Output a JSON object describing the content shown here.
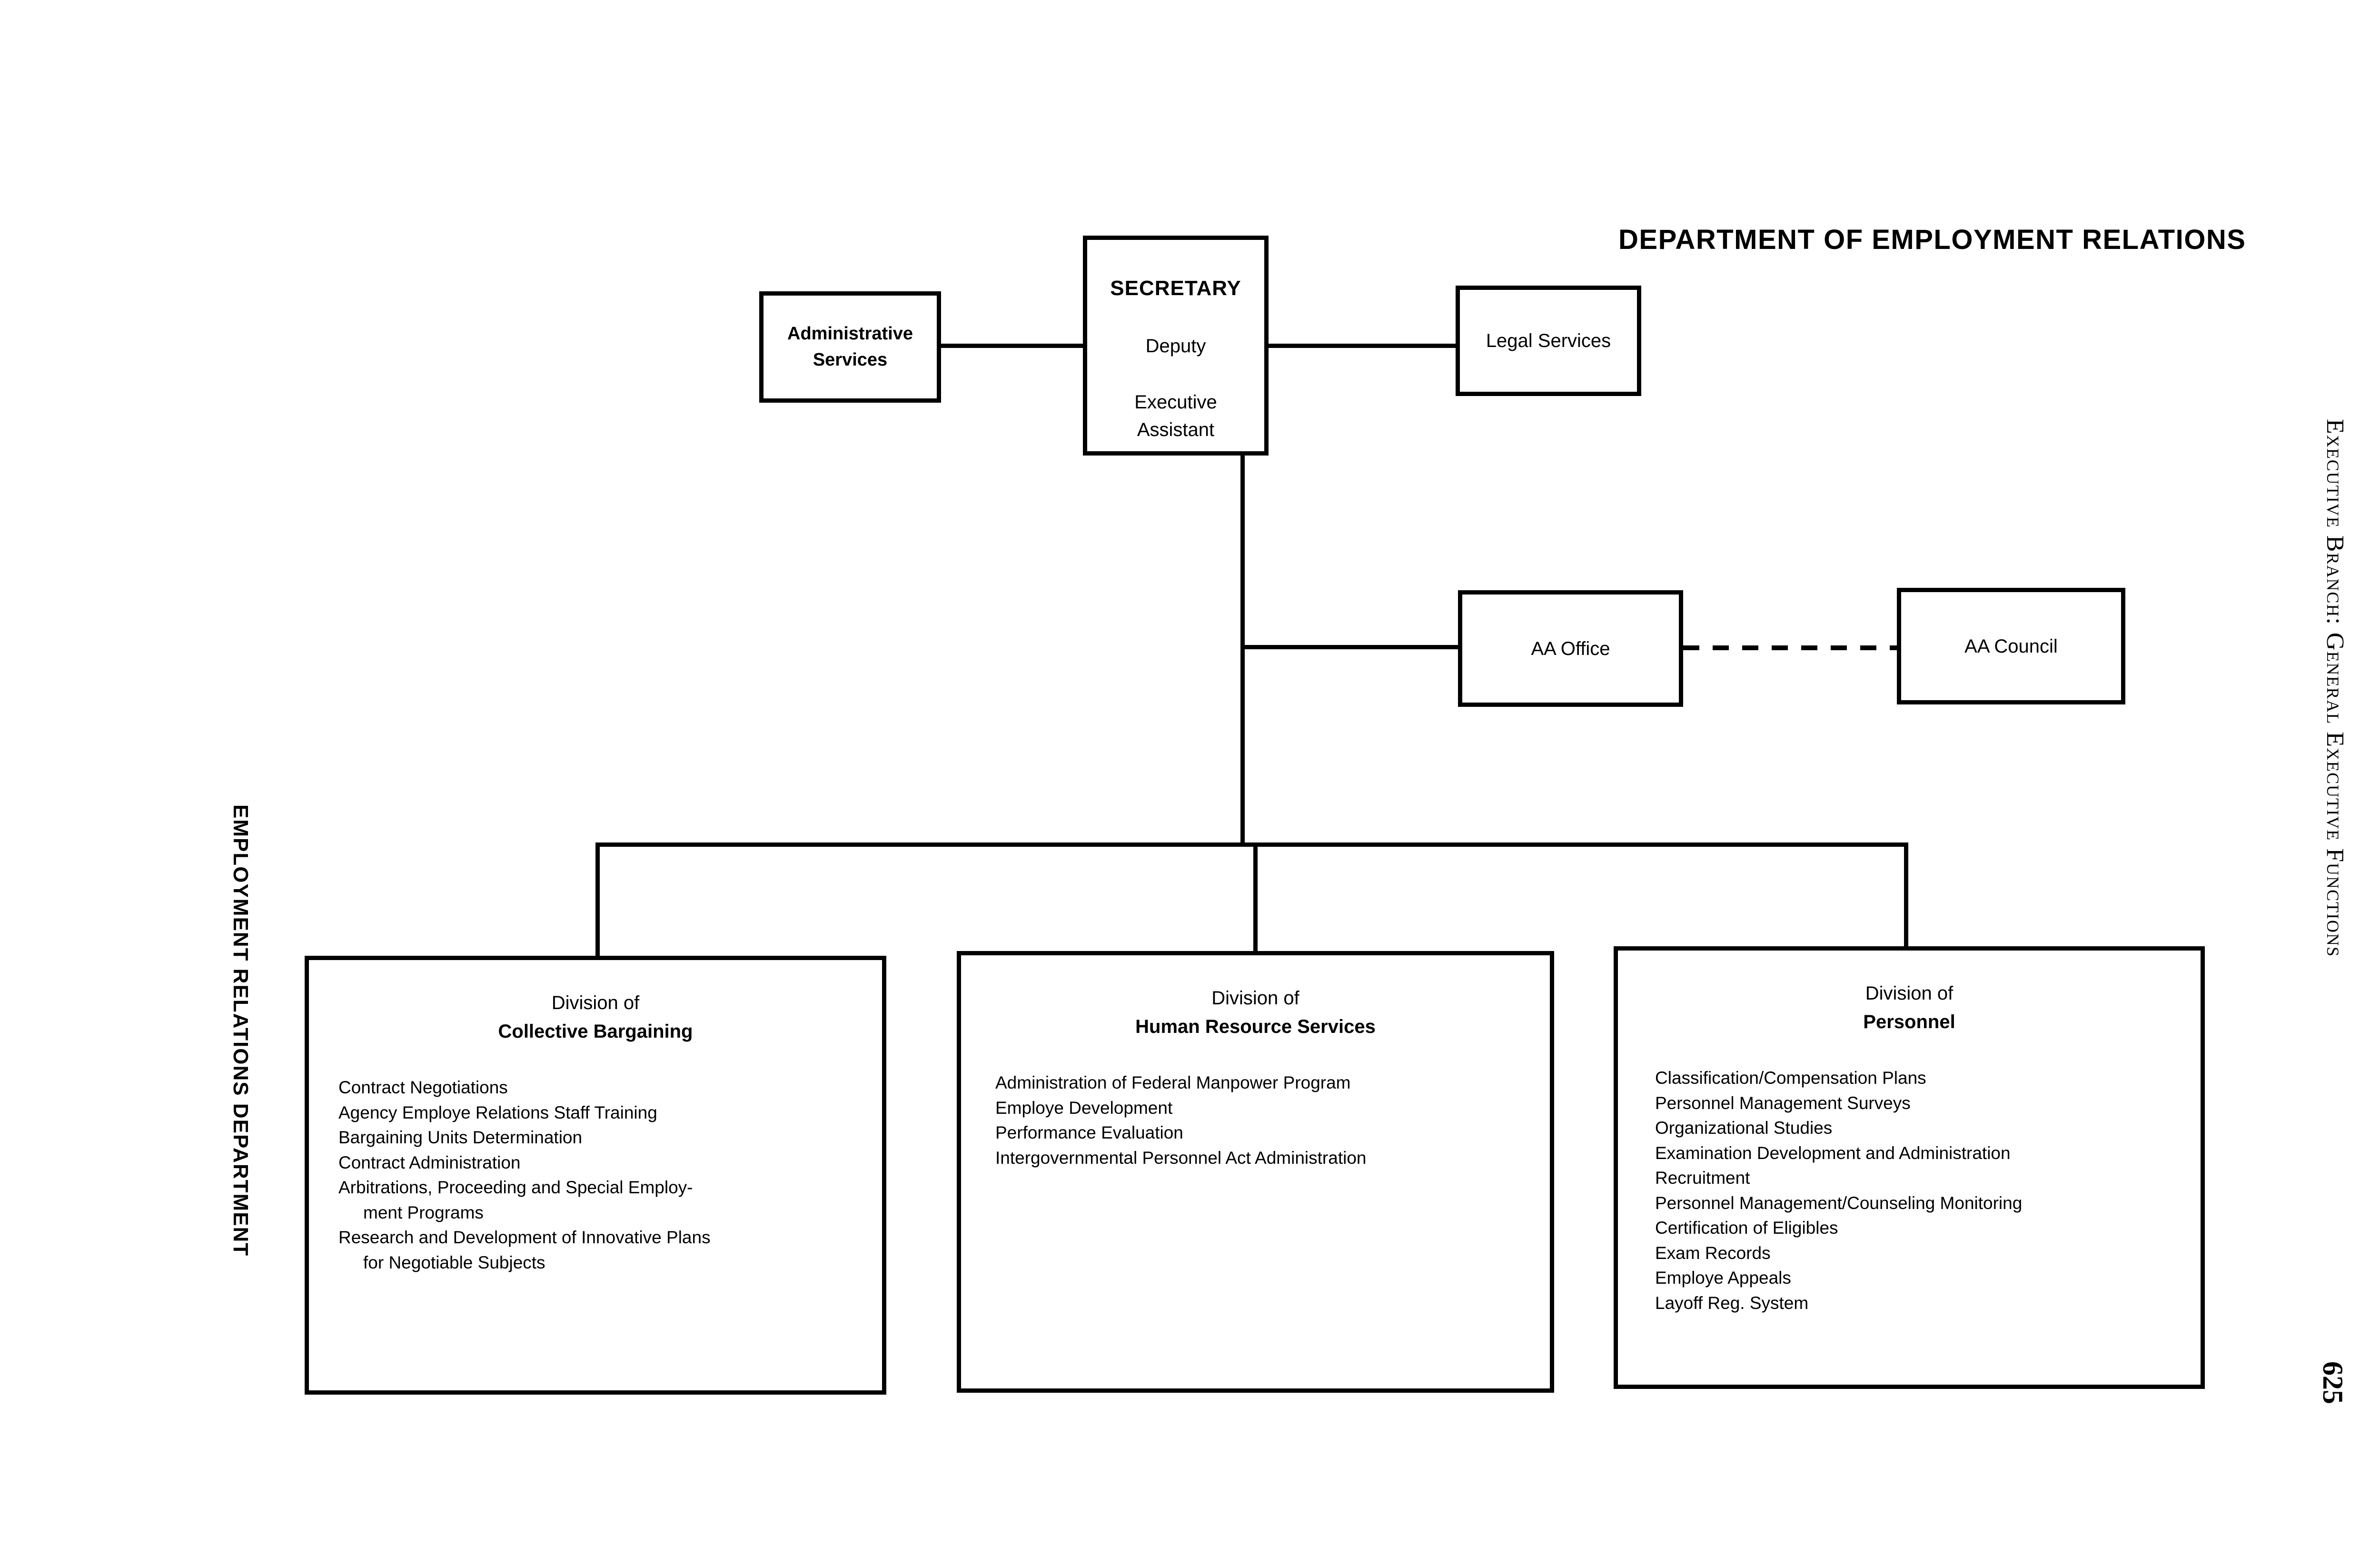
{
  "chart_title": "DEPARTMENT OF EMPLOYMENT RELATIONS",
  "side_caption": "EMPLOYMENT RELATIONS DEPARTMENT",
  "running_head": "Executive Branch: General Executive Functions",
  "page_number": "625",
  "nodes": {
    "secretary": {
      "title": "SECRETARY",
      "deputy": "Deputy",
      "executive_assistant_line1": "Executive",
      "executive_assistant_line2": "Assistant"
    },
    "administrative_services": {
      "line1": "Administrative",
      "line2": "Services"
    },
    "legal_services": {
      "label": "Legal Services"
    },
    "aa_office": {
      "label": "AA Office"
    },
    "aa_council": {
      "label": "AA Council"
    }
  },
  "divisions": [
    {
      "prefix": "Division of",
      "name": "Collective Bargaining",
      "items": [
        {
          "text": "Contract Negotiations",
          "cont": ""
        },
        {
          "text": "Agency Employe Relations Staff Training",
          "cont": ""
        },
        {
          "text": "Bargaining Units Determination",
          "cont": ""
        },
        {
          "text": "Contract Administration",
          "cont": ""
        },
        {
          "text": "Arbitrations, Proceeding and Special Employ-",
          "cont": "ment Programs"
        },
        {
          "text": "Research and Development of Innovative Plans",
          "cont": "for Negotiable Subjects"
        }
      ]
    },
    {
      "prefix": "Division of",
      "name": "Human Resource Services",
      "items": [
        {
          "text": "Administration of Federal Manpower Program",
          "cont": ""
        },
        {
          "text": "Employe Development",
          "cont": ""
        },
        {
          "text": "Performance Evaluation",
          "cont": ""
        },
        {
          "text": "Intergovernmental Personnel Act Administration",
          "cont": ""
        }
      ]
    },
    {
      "prefix": "Division of",
      "name": "Personnel",
      "items": [
        {
          "text": "Classification/Compensation Plans",
          "cont": ""
        },
        {
          "text": "Personnel Management Surveys",
          "cont": ""
        },
        {
          "text": "Organizational Studies",
          "cont": ""
        },
        {
          "text": "Examination Development and Administration",
          "cont": ""
        },
        {
          "text": "Recruitment",
          "cont": ""
        },
        {
          "text": "Personnel Management/Counseling Monitoring",
          "cont": ""
        },
        {
          "text": "Certification of Eligibles",
          "cont": ""
        },
        {
          "text": "Exam Records",
          "cont": ""
        },
        {
          "text": "Employe Appeals",
          "cont": ""
        },
        {
          "text": "Layoff Reg. System",
          "cont": ""
        }
      ]
    }
  ],
  "colors": {
    "ink": "#000000",
    "paper": "#ffffff"
  }
}
